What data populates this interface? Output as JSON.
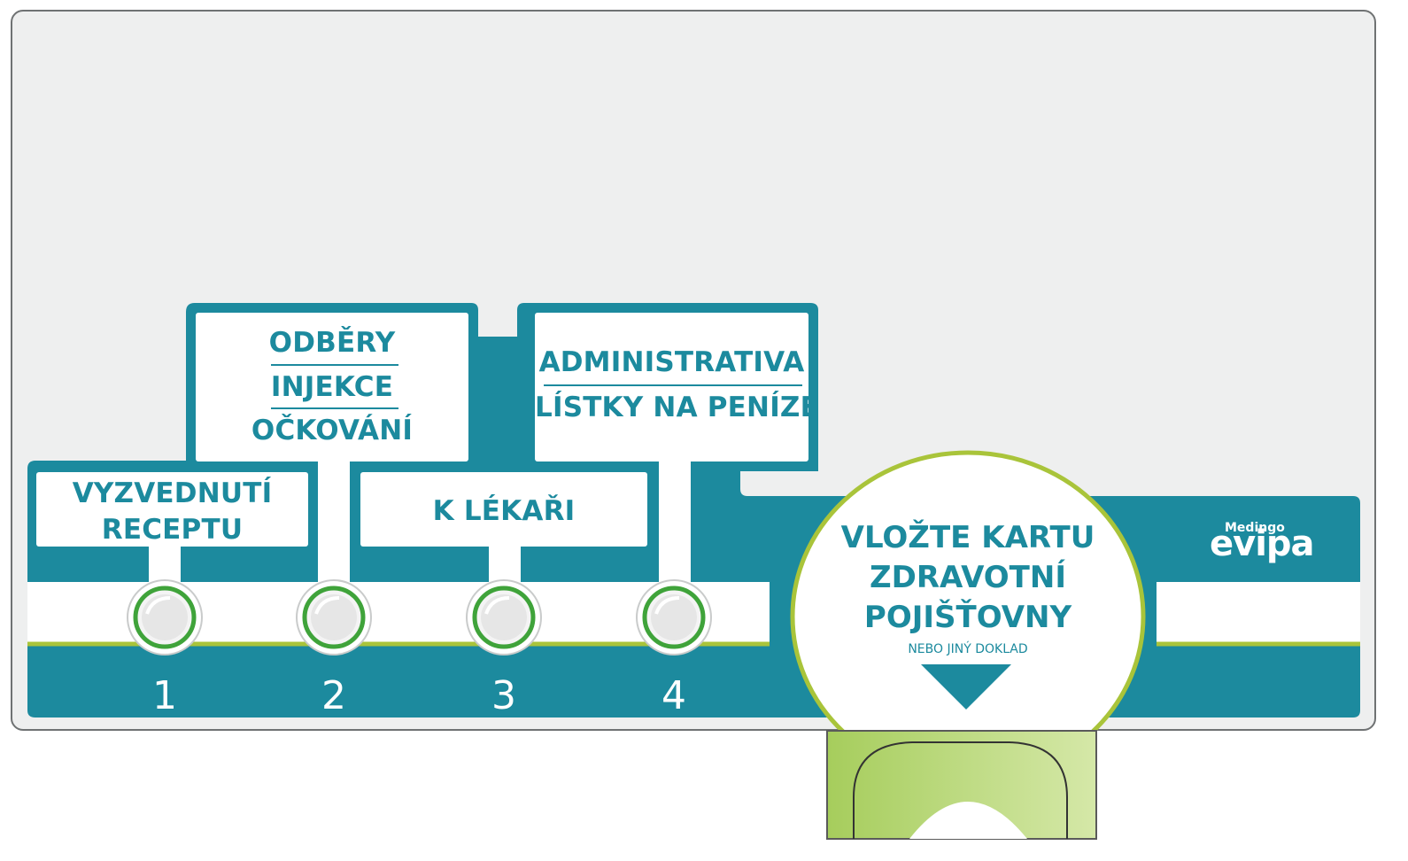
{
  "buttons": [
    {
      "number": "1",
      "label_lines": [
        "VYZVEDNUTÍ",
        "RECEPTU"
      ]
    },
    {
      "number": "2",
      "label_lines": [
        "ODBĚRY",
        "INJEKCE",
        "OČKOVÁNÍ"
      ]
    },
    {
      "number": "3",
      "label_lines": [
        "K  LÉKAŘI"
      ]
    },
    {
      "number": "4",
      "label_lines": [
        "ADMINISTRATIVA",
        "LÍSTKY NA PENÍZE"
      ]
    }
  ],
  "card_slot": {
    "title_lines": [
      "VLOŽTE KARTU",
      "ZDRAVOTNÍ",
      "POJIŠŤOVNY"
    ],
    "subtitle": "NEBO JINÝ DOKLAD"
  },
  "brand": {
    "small": "Medingo",
    "name": "evipa"
  },
  "colors": {
    "teal": "#1c8a9e",
    "lime": "#a9c43a",
    "green_ring": "#3fa33a",
    "slot": "#b7d86f"
  }
}
